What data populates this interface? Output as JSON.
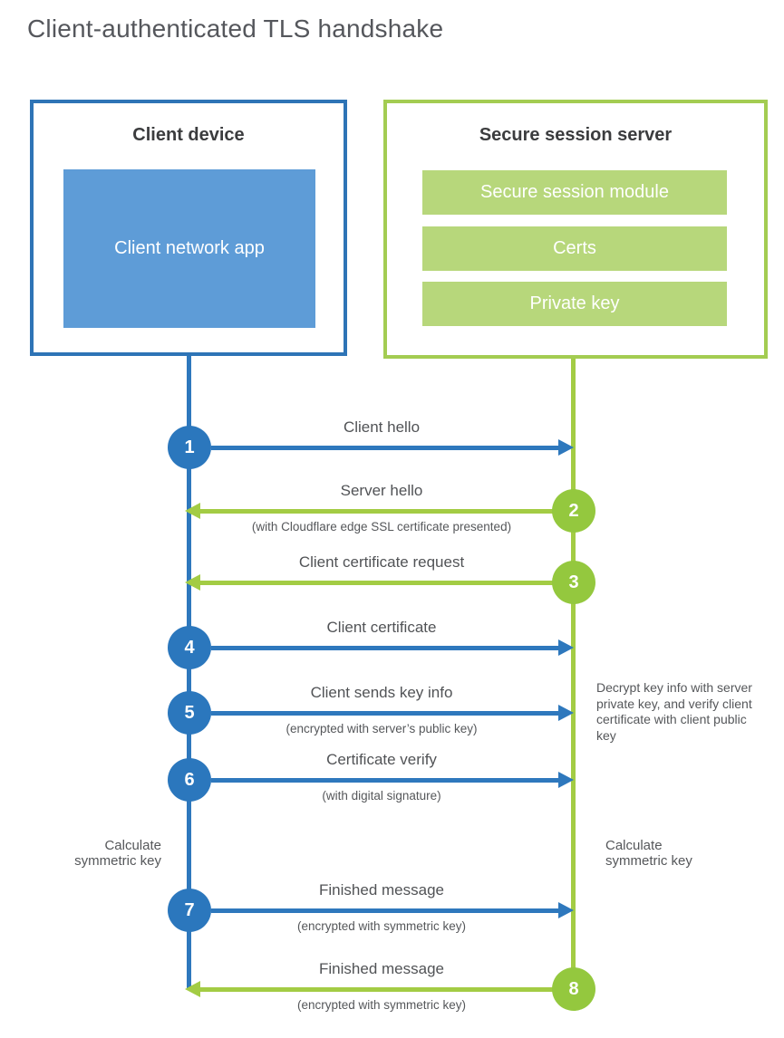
{
  "title": "Client-authenticated TLS handshake",
  "client": {
    "title": "Client device",
    "app_label": "Client network app"
  },
  "server": {
    "title": "Secure session server",
    "modules": [
      "Secure session module",
      "Certs",
      "Private key"
    ]
  },
  "steps": [
    {
      "number": "1",
      "label": "Client hello",
      "sublabel": "",
      "direction": "right",
      "color": "blue"
    },
    {
      "number": "2",
      "label": "Server hello",
      "sublabel": "(with Cloudflare edge SSL certificate presented)",
      "direction": "left",
      "color": "green"
    },
    {
      "number": "3",
      "label": "Client certificate request",
      "sublabel": "",
      "direction": "left",
      "color": "green"
    },
    {
      "number": "4",
      "label": "Client certificate",
      "sublabel": "",
      "direction": "right",
      "color": "blue"
    },
    {
      "number": "5",
      "label": "Client sends key info",
      "sublabel": "(encrypted with server’s public key)",
      "direction": "right",
      "color": "blue"
    },
    {
      "number": "6",
      "label": "Certificate verify",
      "sublabel": "(with digital signature)",
      "direction": "right",
      "color": "blue"
    },
    {
      "number": "7",
      "label": "Finished message",
      "sublabel": "(encrypted with symmetric key)",
      "direction": "right",
      "color": "blue"
    },
    {
      "number": "8",
      "label": "Finished message",
      "sublabel": "(encrypted with symmetric key)",
      "direction": "left",
      "color": "green"
    }
  ],
  "notes": {
    "decrypt": "Decrypt key info with server private key, and verify client certificate with client public key",
    "calculate_left": "Calculate symmetric key",
    "calculate_right": "Calculate symmetric key"
  },
  "colors": {
    "blue_line": "#2E78BD",
    "blue_circle": "#2B77BD",
    "blue_fill": "#5E9CD7",
    "blue_border": "#2E74B6",
    "green_line": "#A3CC44",
    "green_circle": "#94C83E",
    "green_fill": "#B7D77B",
    "green_border": "#A3CC52",
    "heading_text": "#3B3C3E",
    "label_text": "#515356",
    "title_text": "#55575C"
  }
}
